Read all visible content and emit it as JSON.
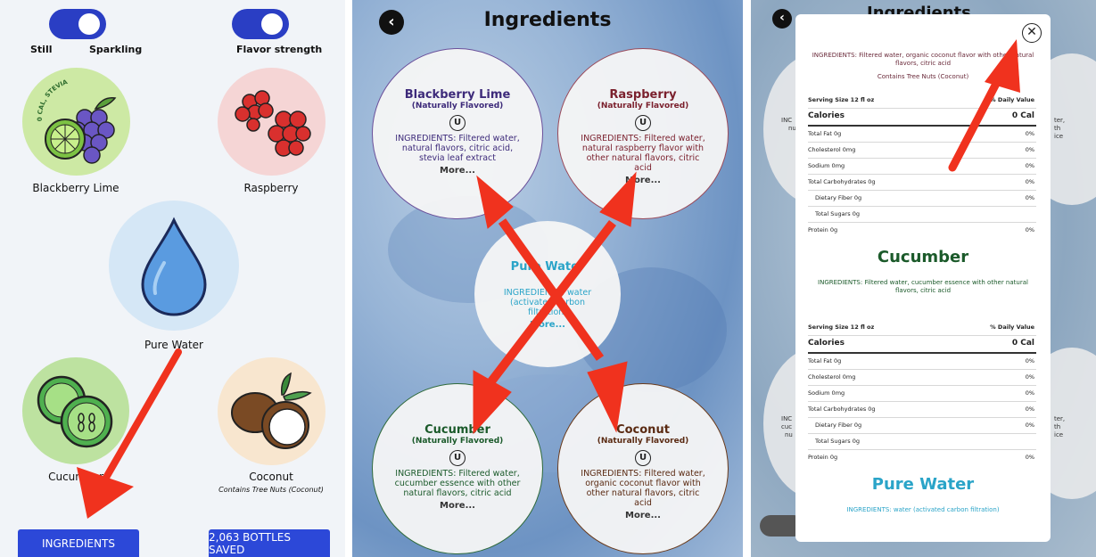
{
  "panel1": {
    "toggle_left_labels": [
      "Still",
      "Sparkling"
    ],
    "toggle_right_label": "Flavor strength",
    "circle_badge": "0 CAL, STEVIA",
    "flavors": [
      {
        "name": "Blackberry Lime"
      },
      {
        "name": "Raspberry"
      },
      {
        "name": "Pure Water"
      },
      {
        "name": "Cucumber"
      },
      {
        "name": "Coconut",
        "note": "Contains Tree Nuts (Coconut)"
      }
    ],
    "ingredients_button": "INGREDIENTS",
    "bottles_button": "2,063 BOTTLES SAVED"
  },
  "panel2": {
    "title": "Ingredients",
    "back_icon": "back-arrow-icon",
    "items": [
      {
        "name": "Blackberry Lime",
        "sub": "(Naturally Flavored)",
        "symbol": "U",
        "text": "INGREDIENTS: Filtered water, natural flavors, citric acid, stevia leaf extract",
        "more": "More...",
        "color": "#3d2a7a"
      },
      {
        "name": "Raspberry",
        "sub": "(Naturally Flavored)",
        "symbol": "U",
        "text": "INGREDIENTS: Filtered water, natural raspberry flavor with other natural flavors, citric acid",
        "more": "More...",
        "color": "#7a1f2c"
      },
      {
        "name": "Pure Water",
        "sub": "",
        "symbol": "",
        "text": "INGREDIENTS: water (activated carbon filtration)",
        "more": "More...",
        "color": "#2aa4c8"
      },
      {
        "name": "Cucumber",
        "sub": "(Naturally Flavored)",
        "symbol": "U",
        "text": "INGREDIENTS: Filtered water, cucumber essence with other natural flavors, citric acid",
        "more": "More...",
        "color": "#1b5a2a"
      },
      {
        "name": "Coconut",
        "sub": "(Naturally Flavored)",
        "symbol": "U",
        "text": "INGREDIENTS: Filtered water, organic coconut flavor with other natural flavors, citric acid",
        "more": "More...",
        "color": "#5a2a12"
      }
    ]
  },
  "panel3": {
    "title": "Ingredients",
    "close_icon": "close-circle-icon",
    "top_ingredients": "INGREDIENTS: Filtered water, organic coconut flavor with other natural flavors, citric acid",
    "top_allergen": "Contains Tree Nuts (Coconut)",
    "serving_size": "Serving Size 12 fl oz",
    "daily_value": "% Daily Value",
    "calories_label": "Calories",
    "calories_value": "0 Cal",
    "nutrients": [
      {
        "label": "Total Fat 0g",
        "value": "0%"
      },
      {
        "label": "Cholesterol 0mg",
        "value": "0%"
      },
      {
        "label": "Sodium 0mg",
        "value": "0%"
      },
      {
        "label": "Total Carbohydrates 0g",
        "value": "0%"
      },
      {
        "label": "Dietary Fiber 0g",
        "value": "0%"
      },
      {
        "label": "Total Sugars 0g",
        "value": ""
      },
      {
        "label": "Protein 0g",
        "value": "0%"
      }
    ],
    "section2_title": "Cucumber",
    "section2_ingredients": "INGREDIENTS: Filtered water, cucumber essence with other natural flavors, citric acid",
    "section3_title": "Pure Water",
    "section3_ingredients": "INGREDIENTS: water (activated carbon filtration)",
    "bg_fragments": [
      "INC",
      "nu",
      "ter,",
      "th",
      "ice",
      "INC",
      "cuc",
      "nu",
      "ter,",
      "th",
      "ice"
    ]
  },
  "colors": {
    "accent": "#2c48d8",
    "arrow": "#f0321e",
    "cucumber_green": "#1b5a2a",
    "pure_water_blue": "#2aa4c8"
  }
}
